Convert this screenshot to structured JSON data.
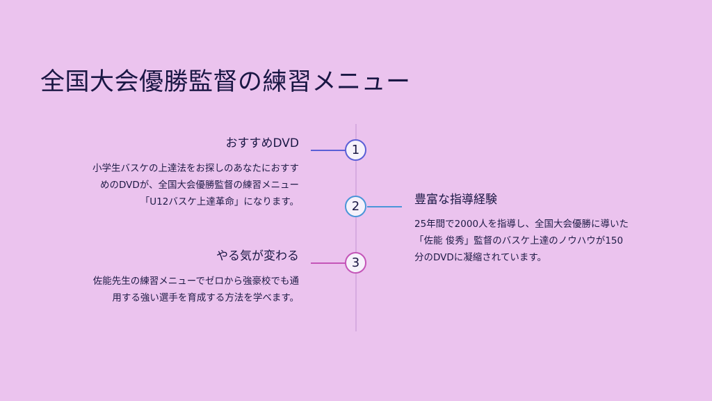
{
  "title": "全国大会優勝監督の練習メニュー",
  "items": [
    {
      "number": "1",
      "heading": "おすすめDVD",
      "lines": [
        "小学生バスケの上達法をお探しのあなたにおすす",
        "めのDVDが、全国大会優勝監督の練習メニュー",
        "「U12バスケ上達革命」になります。"
      ]
    },
    {
      "number": "2",
      "heading": "豊富な指導経験",
      "lines": [
        "25年間で2000人を指導し、全国大会優勝に導いた",
        "「佐能 俊秀」監督のバスケ上達のノウハウが150",
        "分のDVDに凝縮されています。"
      ]
    },
    {
      "number": "3",
      "heading": "やる気が変わる",
      "lines": [
        "佐能先生の練習メニューでゼロから強豪校でも通",
        "用する強い選手を育成する方法を学べます。"
      ]
    }
  ],
  "colors": {
    "background": "#ebc3ee",
    "step1": "#5a5fd6",
    "step2": "#4a95d8",
    "step3": "#c455b8"
  }
}
